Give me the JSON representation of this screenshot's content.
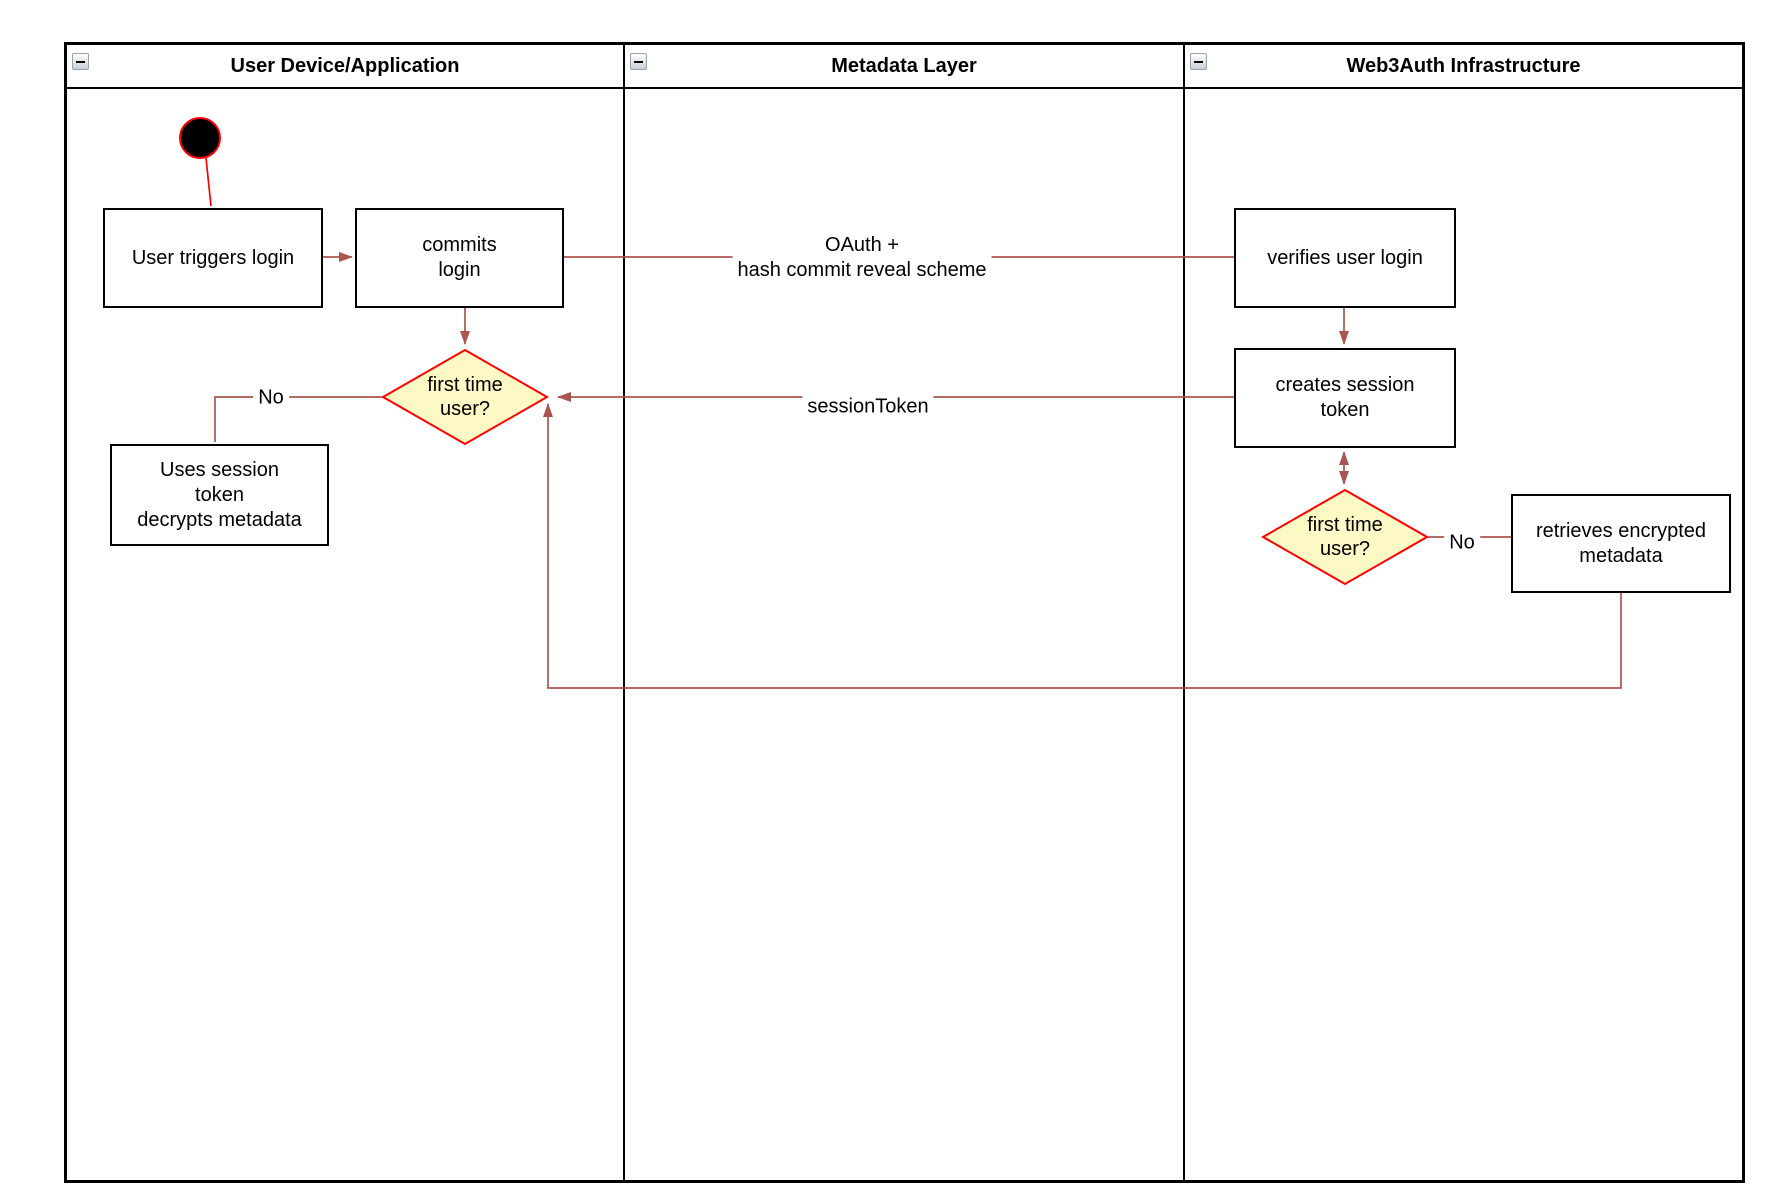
{
  "pool": {
    "lanes": [
      {
        "title": "User Device/Application"
      },
      {
        "title": "Metadata Layer"
      },
      {
        "title": "Web3Auth Infrastructure"
      }
    ]
  },
  "nodes": {
    "user_triggers_login": "User triggers login",
    "commits_login": "commits\nlogin",
    "decision_first_time_left": "first time\nuser?",
    "uses_session_token": "Uses session\ntoken\ndecrypts metadata",
    "verifies_user_login": "verifies user login",
    "creates_session_token": "creates session\ntoken",
    "decision_first_time_right": "first time\nuser?",
    "retrieves_encrypted_metadata": "retrieves encrypted\nmetadata"
  },
  "edge_labels": {
    "oauth": "OAuth +\nhash commit reveal scheme",
    "session_token": "sessionToken",
    "no_left": "No",
    "no_right": "No"
  },
  "colors": {
    "edge": "#A9564F",
    "accent_red": "#FF0000",
    "decision_fill": "#FDF9C4",
    "node_border": "#000000",
    "node_fill": "#FFFFFF"
  }
}
